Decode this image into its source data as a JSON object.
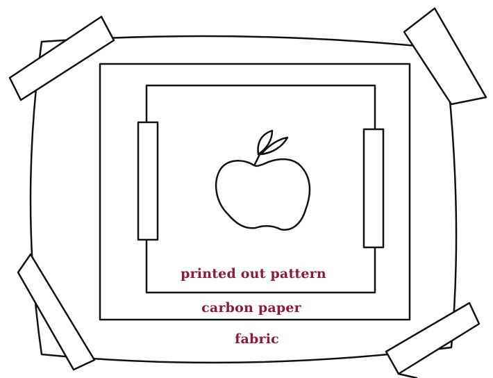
{
  "labels": {
    "pattern": "printed out pattern",
    "carbon": "carbon paper",
    "fabric": "fabric"
  },
  "colors": {
    "label": "#8b1a3c",
    "stroke": "#111111",
    "background": "#ffffff"
  },
  "icons": {
    "subject": "apple-outline-icon"
  }
}
